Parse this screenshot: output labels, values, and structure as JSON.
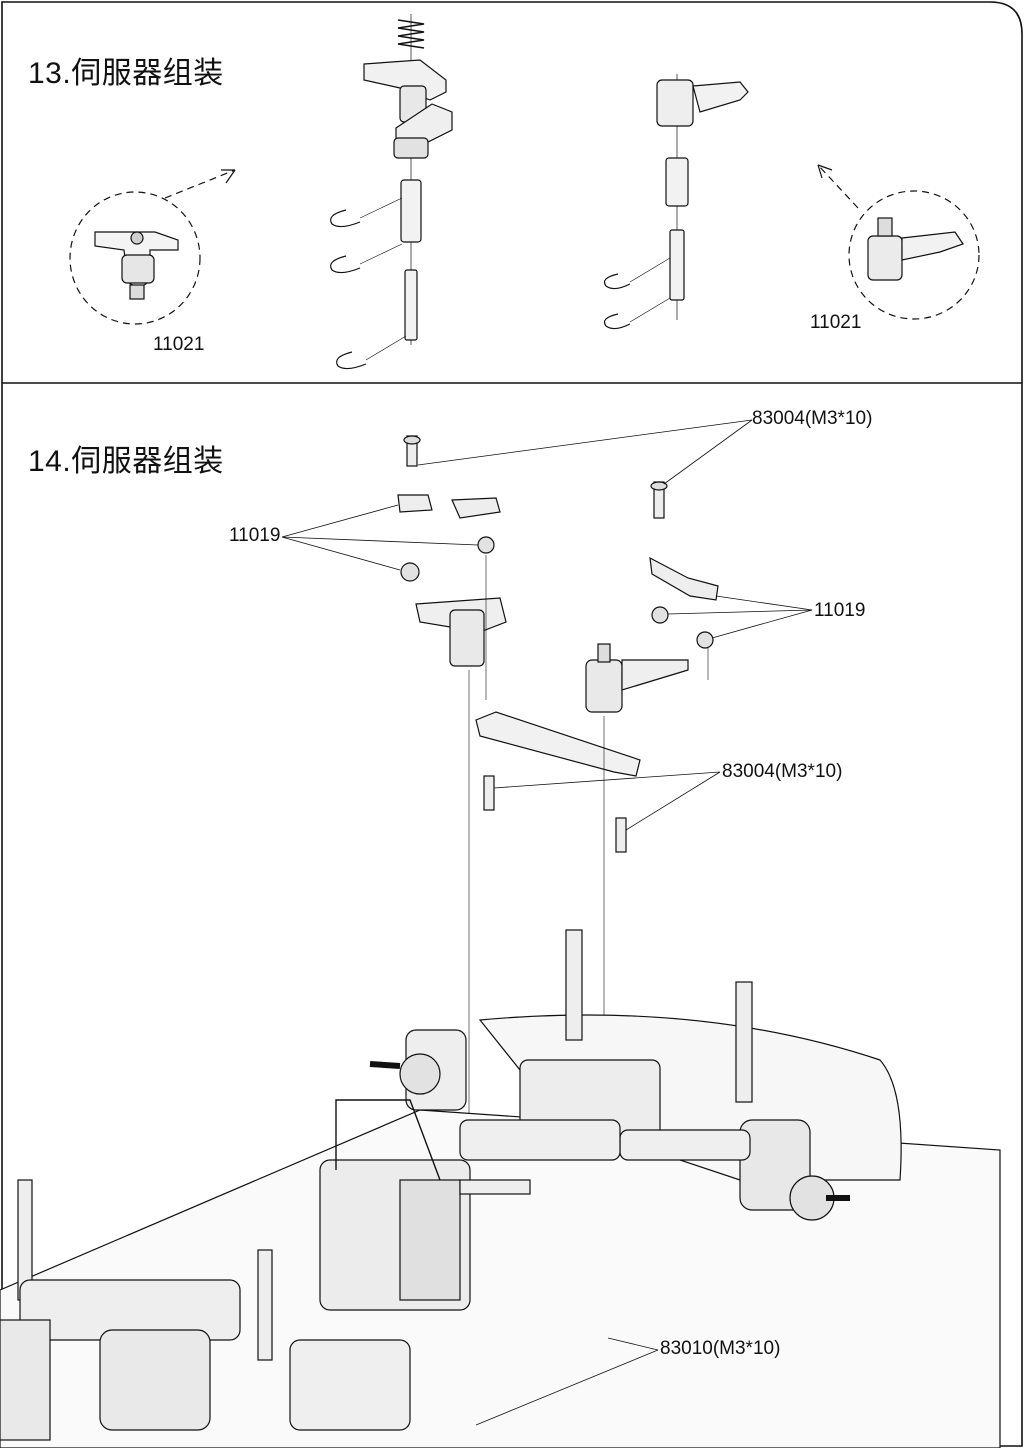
{
  "steps": [
    {
      "title": "13.伺服器组装",
      "callouts": [
        {
          "label": "11021"
        },
        {
          "label": "11021"
        }
      ]
    },
    {
      "title": "14.伺服器组装",
      "callouts": [
        {
          "label": "83004(M3*10)"
        },
        {
          "label": "11019"
        },
        {
          "label": "11019"
        },
        {
          "label": "83004(M3*10)"
        },
        {
          "label": "83010(M3*10)"
        }
      ]
    }
  ]
}
